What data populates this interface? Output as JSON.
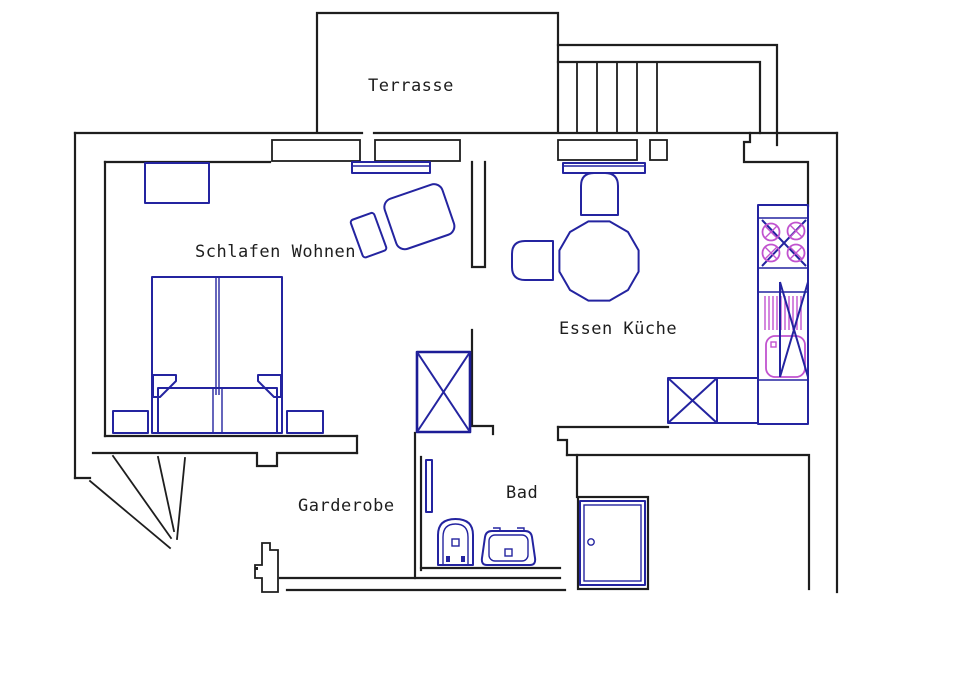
{
  "document": {
    "type": "apartment-floor-plan",
    "language": "de",
    "style": "CAD line drawing"
  },
  "colors": {
    "background": "#ffffff",
    "wall_outline": "#1e1e1e",
    "furniture_outline": "#2424a0",
    "fixture_accent": "#c153cf",
    "label_text": "#1e1e1e"
  },
  "rooms": [
    {
      "id": "terrasse",
      "label": "Terrasse"
    },
    {
      "id": "schlafen-wohnen",
      "label": "Schlafen Wohnen"
    },
    {
      "id": "essen-kueche",
      "label": "Essen Küche"
    },
    {
      "id": "garderobe",
      "label": "Garderobe"
    },
    {
      "id": "bad",
      "label": "Bad"
    }
  ],
  "elements": [
    "staircase",
    "terrace-outline",
    "double-bed",
    "bed-pillows",
    "nightstand-left",
    "nightstand-right",
    "dresser",
    "armchair",
    "ottoman",
    "window-radiator-living",
    "window-radiator-kitchen",
    "dining-chair-top",
    "dining-chair-left",
    "dining-table",
    "kitchen-counter",
    "gas-stove-burners",
    "dish-rack",
    "kitchen-sink",
    "appliance-cross-box",
    "shaft-cross-box",
    "bathroom-door",
    "toilet",
    "washbasin",
    "shower-tray",
    "stair-slope-lines",
    "door-post"
  ]
}
